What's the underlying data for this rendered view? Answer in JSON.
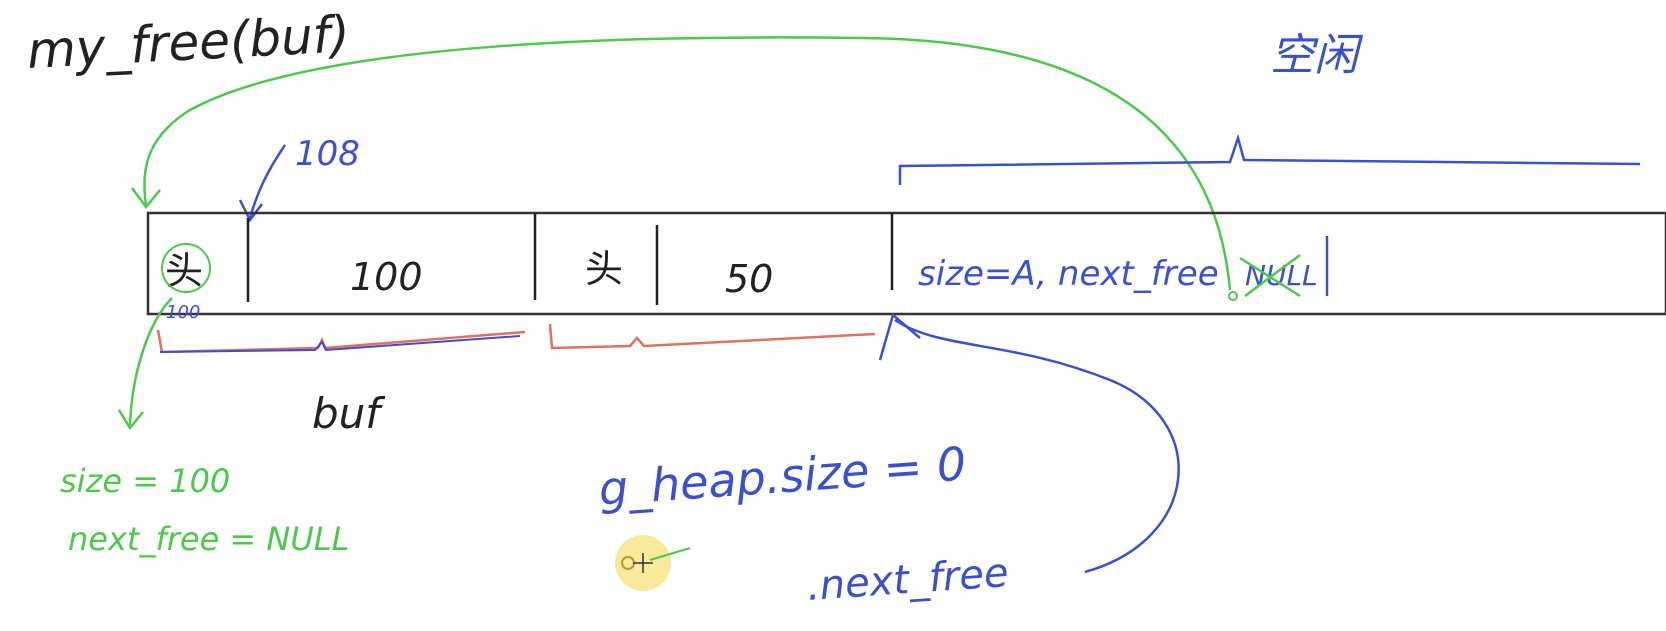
{
  "annotations": {
    "call_label": "my_free(buf)",
    "free_label": "空闲",
    "offset_label": "108",
    "under_head_label": "100",
    "buf_label": "buf",
    "g_heap_label": "g_heap.size = 0",
    "next_free_label": ".next_free",
    "freed_size_label": "size = 100",
    "freed_next_label": "next_free = NULL"
  },
  "memory_bar": {
    "head1_label": "头",
    "block1_label": "100",
    "head2_label": "头",
    "block2_label": "50",
    "free_block_label": "size=A, next_free",
    "free_block_null_label": "NULL"
  },
  "colors": {
    "ink": "#222222",
    "blue": "#3a50d0",
    "green": "#4cc94c",
    "red": "#e07060",
    "cursor": "#f6e27a"
  }
}
